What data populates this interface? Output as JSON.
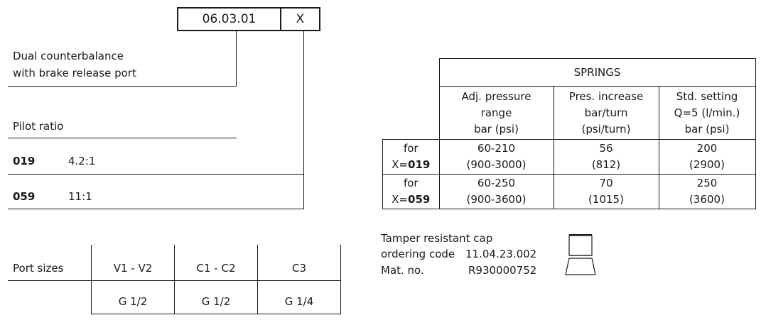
{
  "code": {
    "main": "06.03.01",
    "suffix": "X"
  },
  "description": {
    "line1": "Dual counterbalance",
    "line2": "with brake release port"
  },
  "pilot": {
    "label": "Pilot ratio",
    "options": [
      {
        "code": "019",
        "ratio": "4.2:1"
      },
      {
        "code": "059",
        "ratio": "11:1"
      }
    ]
  },
  "ports": {
    "label": "Port sizes",
    "headers": [
      "V1 - V2",
      "C1 - C2",
      "C3"
    ],
    "values": [
      "G 1/2",
      "G 1/2",
      "G 1/4"
    ]
  },
  "springs": {
    "title": "SPRINGS",
    "columns": [
      [
        "Adj. pressure",
        "range",
        "bar (psi)"
      ],
      [
        "Pres. increase",
        "bar/turn",
        "(psi/turn)"
      ],
      [
        "Std. setting",
        "Q=5 (l/min.)",
        "bar (psi)"
      ]
    ],
    "rows": [
      {
        "prefix": "for",
        "xlabel": "X=",
        "code": "019",
        "cells": [
          [
            "60-210",
            "(900-3000)"
          ],
          [
            "56",
            "(812)"
          ],
          [
            "200",
            "(2900)"
          ]
        ]
      },
      {
        "prefix": "for",
        "xlabel": "X=",
        "code": "059",
        "cells": [
          [
            "60-250",
            "(900-3600)"
          ],
          [
            "70",
            "(1015)"
          ],
          [
            "250",
            "(3600)"
          ]
        ]
      }
    ]
  },
  "cap": {
    "line1": "Tamper resistant cap",
    "ordering_label": "ordering code",
    "ordering_code": "11.04.23.002",
    "mat_label": "Mat. no.",
    "mat_no": "R930000752",
    "icon": "cap-icon"
  }
}
